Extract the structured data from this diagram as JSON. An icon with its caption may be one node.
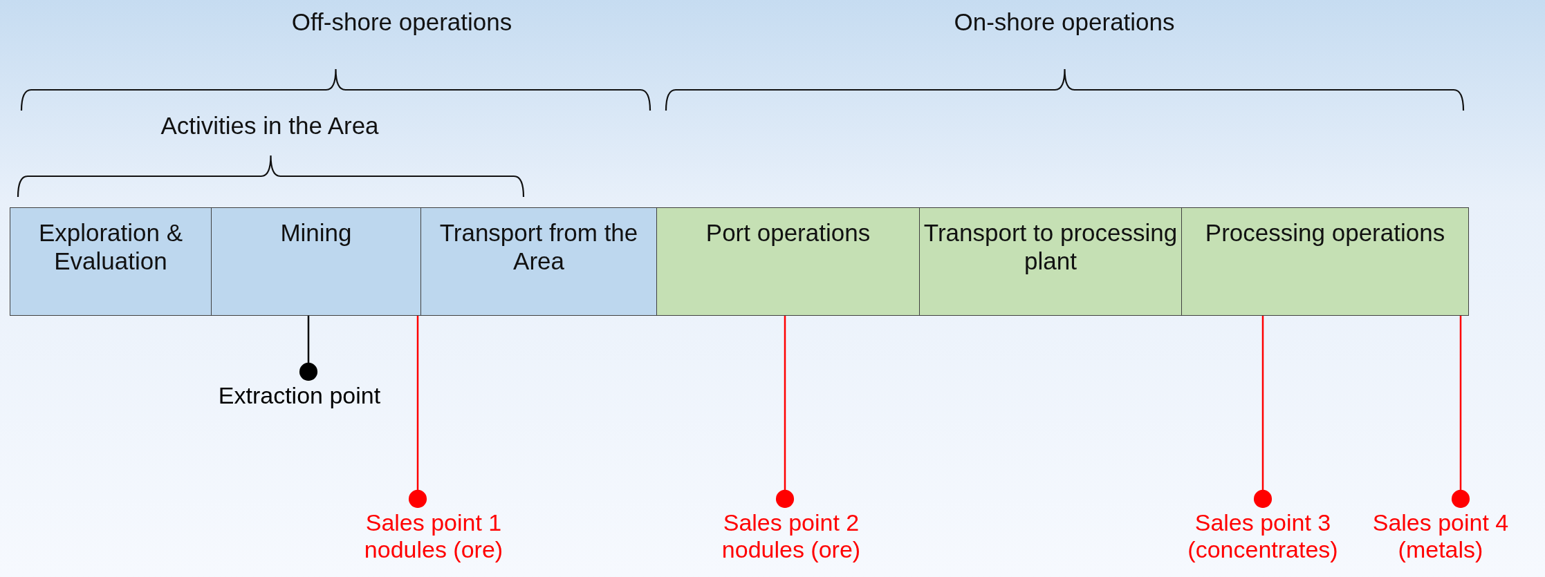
{
  "diagram": {
    "nodes": [
      {
        "text": [
          "Exploration & Evaluation"
        ]
      },
      {
        "text": [
          "Mining"
        ]
      },
      {
        "text": [
          "Transport from the Area"
        ]
      },
      {
        "text": [
          "Port operations"
        ]
      },
      {
        "text": [
          "Transport to processing plant"
        ]
      },
      {
        "text": [
          "Processing operations"
        ]
      },
      {
        "text": [
          "Extraction point"
        ]
      },
      {
        "text": [
          "Sales point 1 nodules (ore)"
        ]
      },
      {
        "text": [
          "Sales point 2 nodules (ore)"
        ]
      },
      {
        "text": [
          "Sales point 3 (concentrates)"
        ]
      },
      {
        "text": [
          "Sales point 4 (metals)"
        ]
      }
    ],
    "edges": [
      {
        "from": 6,
        "to": 1,
        "arrow": "other",
        "color": "#000000"
      },
      {
        "from": 7,
        "to": 1,
        "arrow": "other"
      },
      {
        "from": 8,
        "to": 3,
        "arrow": "other"
      },
      {
        "from": 9,
        "to": 5,
        "arrow": "other"
      },
      {
        "from": 10,
        "to": 5,
        "arrow": "other"
      }
    ],
    "labels": [
      "Off-shore operations",
      "On-shore operations",
      "Activities in the Area"
    ]
  }
}
